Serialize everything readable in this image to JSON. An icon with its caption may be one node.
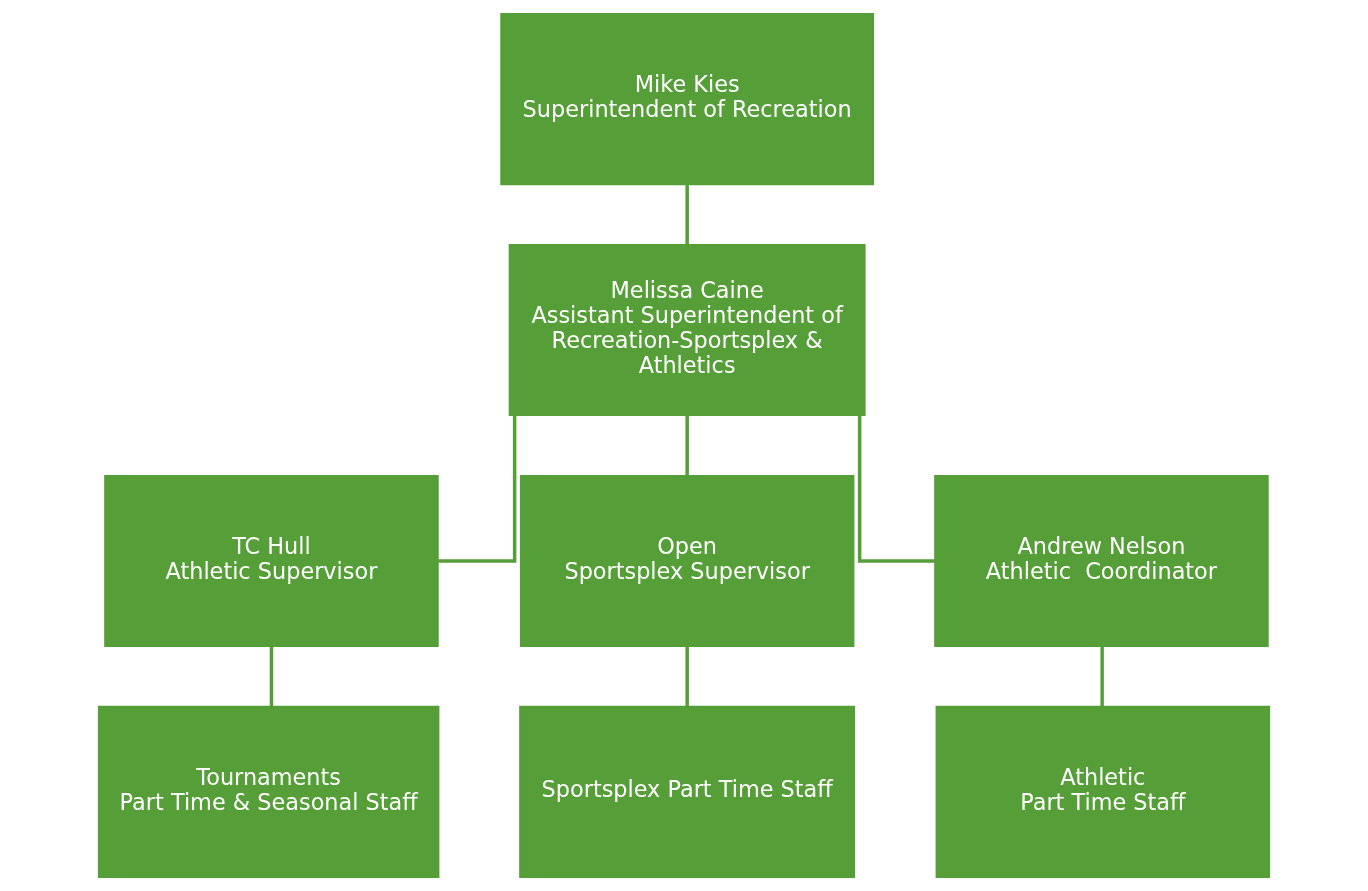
{
  "diagram": {
    "nodes": [
      {
        "text": [
          "Mike Kies",
          "Superintendent of Recreation"
        ]
      },
      {
        "text": [
          "Melissa Caine",
          "Assistant Superintendent of Recreation-Sportsplex & Athletics"
        ]
      },
      {
        "text": [
          "TC Hull",
          "Athletic Supervisor"
        ]
      },
      {
        "text": [
          "Open",
          "Sportsplex Supervisor"
        ]
      },
      {
        "text": [
          "Andrew Nelson",
          "Athletic  Coordinator"
        ]
      },
      {
        "text": [
          "Tournaments",
          "Part Time & Seasonal Staff"
        ]
      },
      {
        "text": [
          "Sportsplex Part Time Staff"
        ]
      },
      {
        "text": [
          "Athletic",
          "Part Time Staff"
        ]
      }
    ],
    "edges": [
      {
        "from": 0,
        "to": 1,
        "arrow": "none"
      },
      {
        "from": 1,
        "to": 2,
        "arrow": "none"
      },
      {
        "from": 1,
        "to": 3,
        "arrow": "none"
      },
      {
        "from": 1,
        "to": 4,
        "arrow": "none"
      },
      {
        "from": 2,
        "to": 5,
        "arrow": "none"
      },
      {
        "from": 3,
        "to": 6,
        "arrow": "none"
      },
      {
        "from": 4,
        "to": 7,
        "arrow": "none"
      }
    ]
  }
}
